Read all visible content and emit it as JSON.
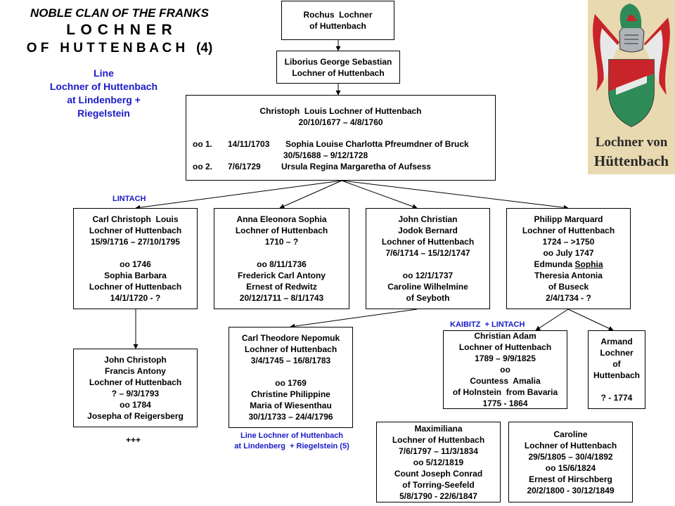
{
  "header": {
    "title_line1": "NOBLE CLAN OF THE FRANKS",
    "title_line2": "L O C H N E R",
    "title_line3": "O F   H U T T E N B A C H   (4)",
    "line_label": [
      "Line",
      "Lochner of Huttenbach",
      "at Lindenberg +",
      "Riegelstein"
    ]
  },
  "coat_of_arms": {
    "inscription": "Lochner von Hüttenbach",
    "colors": {
      "red": "#c8242a",
      "green": "#2e8b57",
      "silver": "#e8e8e8",
      "parchment": "#e9d9b0"
    }
  },
  "labels": {
    "lintach": "LINTACH",
    "kaibitz": "KAIBITZ  + LINTACH",
    "line_ref": [
      "Line Lochner of Huttenbach",
      "at Lindenberg  + Riegelstein (5)"
    ],
    "extinct": "+++"
  },
  "nodes": {
    "rochus": [
      "Rochus  Lochner",
      "of Huttenbach"
    ],
    "liborius": [
      "Liborius George Sebastian",
      "Lochner of Huttenbach"
    ],
    "christoph": {
      "name": "Christoph  Louis Lochner of Huttenbach",
      "dates": "20/10/1677 – 4/8/1760",
      "m1_tag": "oo 1.",
      "m1_date": "14/11/1703",
      "m1_spouse": "Sophia Louise Charlotta Pfreumdner of Bruck",
      "m1_dates": "30/5/1688 – 9/12/1728",
      "m2_tag": "oo 2.",
      "m2_date": "7/6/1729",
      "m2_spouse": "Ursula Regina Margaretha of Aufsess"
    },
    "carl_christoph": [
      "Carl Christoph  Louis",
      "Lochner of Huttenbach",
      "15/9/1716 – 27/10/1795",
      "",
      "oo 1746",
      "Sophia Barbara",
      "Lochner of Huttenbach",
      "14/1/1720 - ?"
    ],
    "anna": [
      "Anna Eleonora Sophia",
      "Lochner of Huttenbach",
      "1710 – ?",
      "",
      "oo 8/11/1736",
      "Frederick Carl Antony",
      "Ernest of Redwitz",
      "20/12/1711 – 8/1/1743"
    ],
    "john_christian": [
      "John Christian",
      "Jodok Bernard",
      "Lochner of Huttenbach",
      "7/6/1714 – 15/12/1747",
      "",
      "oo 12/1/1737",
      "Caroline Wilhelmine",
      "of Seyboth"
    ],
    "philipp": [
      "Philipp Marquard",
      "Lochner of Huttenbach",
      "1724 – >1750",
      "oo July 1747",
      "Edmunda Sophia",
      "Theresia Antonia",
      "of Buseck",
      "2/4/1734 - ?"
    ],
    "john_christoph": [
      "John Christoph",
      "Francis Antony",
      "Lochner of Huttenbach",
      "? – 9/3/1793",
      "oo 1784",
      "Josepha of Reigersberg"
    ],
    "carl_theodore": [
      "Carl Theodore Nepomuk",
      "Lochner of Huttenbach",
      "3/4/1745 – 16/8/1783",
      "",
      "oo 1769",
      "Christine Philippine",
      "Maria of Wiesenthau",
      "30/1/1733 – 24/4/1796"
    ],
    "christian_adam": [
      "Christian Adam",
      "Lochner of Huttenbach",
      "1789 – 9/9/1825",
      "oo",
      "Countess  Amalia",
      "of Holnstein  from Bavaria",
      "1775 - 1864"
    ],
    "armand": [
      "Armand",
      "Lochner",
      "of",
      "Huttenbach",
      "",
      "? - 1774"
    ],
    "maximiliana": [
      "Maximiliana",
      "Lochner of Huttenbach",
      "7/6/1797 – 11/3/1834",
      "oo 5/12/1819",
      "Count Joseph Conrad",
      "of Torring-Seefeld",
      "5/8/1790 - 22/6/1847"
    ],
    "caroline": [
      "Caroline",
      "Lochner of Huttenbach",
      "29/5/1805 – 30/4/1892",
      "oo 15/6/1824",
      "Ernest of Hirschberg",
      "20/2/1800 - 30/12/1849"
    ]
  }
}
